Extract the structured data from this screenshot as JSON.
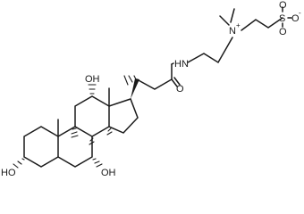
{
  "molecule": {
    "atoms": {
      "amide_nitrogen": "HN",
      "carbonyl_oxygen": "O",
      "quaternary_nitrogen": "N",
      "quaternary_charge": "+",
      "sulfur": "S",
      "sulfonyl_oxygen_top": "O",
      "sulfonyl_oxygen_bottom": "O",
      "sulfonate_oxygen": "O",
      "sulfonate_charge": "-",
      "hydroxyl_c12": "OH",
      "hydroxyl_c3": "HO",
      "hydroxyl_c7": "OH"
    }
  }
}
